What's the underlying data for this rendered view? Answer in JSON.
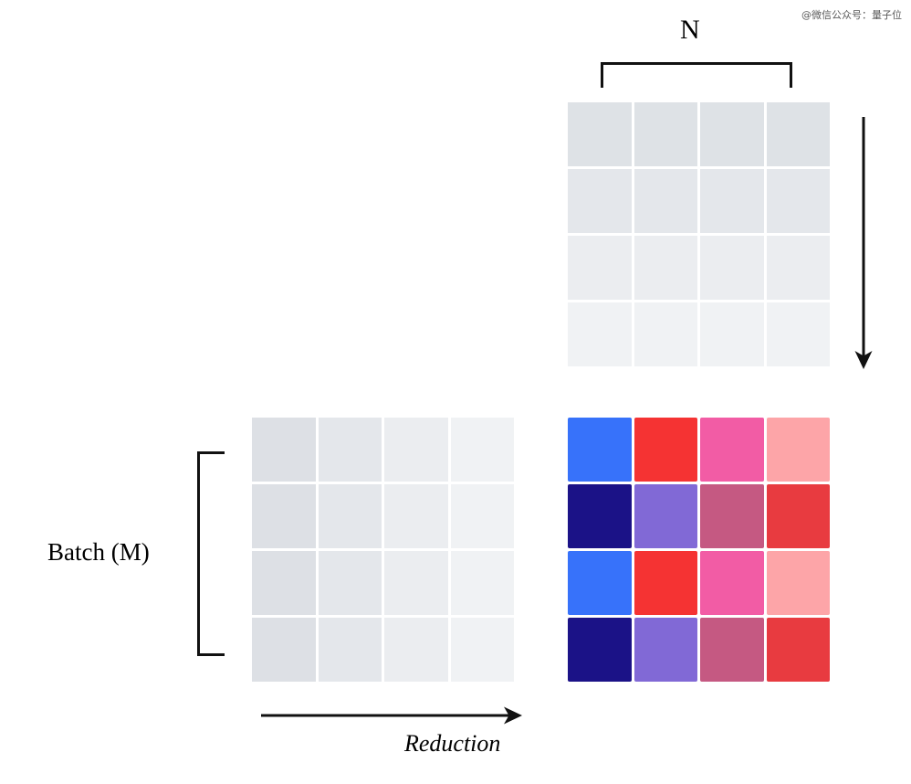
{
  "watermark": {
    "text": "@微信公众号：量子位"
  },
  "labels": {
    "n": "N",
    "batch": "Batch (M)",
    "reduction": "Reduction"
  },
  "icons": {
    "arrow_down": "arrow-down-icon",
    "arrow_right": "arrow-right-icon",
    "bracket_top": "bracket-horizontal-icon",
    "bracket_left": "bracket-vertical-icon"
  },
  "diagram": {
    "type": "matrix-multiply-tiling",
    "rows": 4,
    "cols": 4,
    "grids": [
      {
        "name": "n-matrix",
        "gradient_direction": "rows-top-dark-to-bottom-light",
        "cells": [
          [
            "#dee2e6",
            "#dee2e6",
            "#dee2e6",
            "#dee2e6"
          ],
          [
            "#e4e7eb",
            "#e4e7eb",
            "#e4e7eb",
            "#e4e7eb"
          ],
          [
            "#ebedf0",
            "#ebedf0",
            "#ebedf0",
            "#ebedf0"
          ],
          [
            "#f0f2f4",
            "#f0f2f4",
            "#f0f2f4",
            "#f0f2f4"
          ]
        ]
      },
      {
        "name": "batch-matrix",
        "gradient_direction": "cols-left-dark-to-right-light",
        "cells": [
          [
            "#dde0e5",
            "#e4e7eb",
            "#ebedf0",
            "#f0f2f4"
          ],
          [
            "#dde0e5",
            "#e4e7eb",
            "#ebedf0",
            "#f0f2f4"
          ],
          [
            "#dde0e5",
            "#e4e7eb",
            "#ebedf0",
            "#f0f2f4"
          ],
          [
            "#dde0e5",
            "#e4e7eb",
            "#ebedf0",
            "#f0f2f4"
          ]
        ]
      },
      {
        "name": "result-matrix",
        "gradient_direction": "none",
        "cells": [
          [
            "#3772fa",
            "#f53333",
            "#f25ca5",
            "#fda5a8"
          ],
          [
            "#1b1287",
            "#8169d6",
            "#c55982",
            "#e83b40"
          ],
          [
            "#3772fa",
            "#f53333",
            "#f25ca5",
            "#fda5a8"
          ],
          [
            "#1b1287",
            "#8169d6",
            "#c55982",
            "#e83b40"
          ]
        ]
      }
    ]
  },
  "colors": {
    "stroke": "#111111",
    "background": "#ffffff"
  }
}
